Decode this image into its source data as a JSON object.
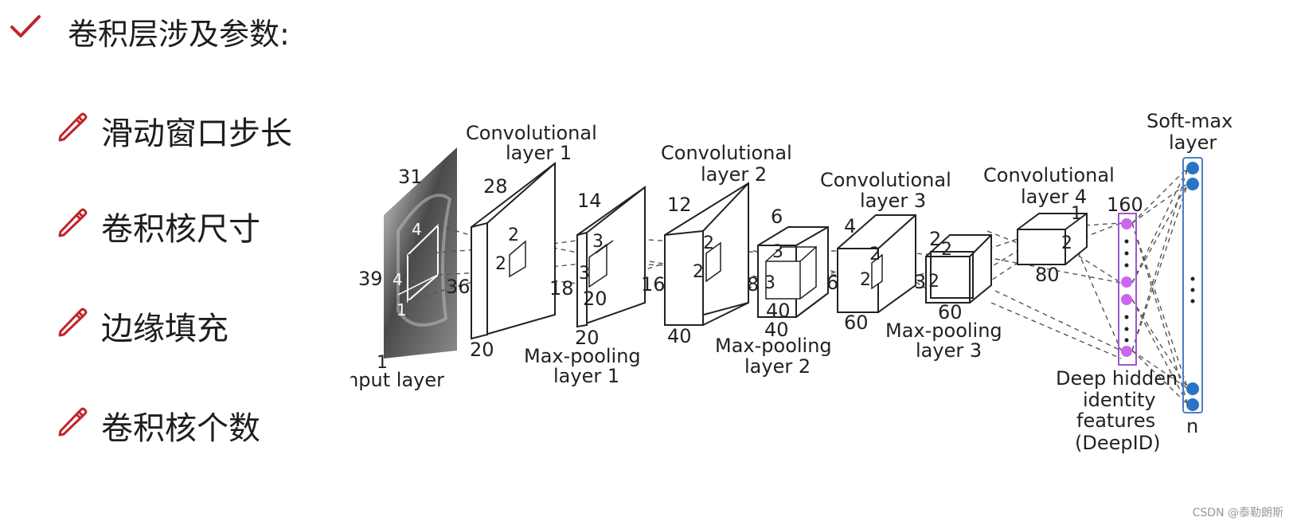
{
  "heading": "卷积层涉及参数:",
  "bullets": [
    "滑动窗口步长",
    "卷积核尺寸",
    "边缘填充",
    "卷积核个数"
  ],
  "diagram": {
    "input": {
      "d1": "31",
      "d2": "39",
      "d3": "1",
      "label": "Input layer",
      "win_a": "4",
      "win_b": "4",
      "win_c": "1"
    },
    "conv1": {
      "title_l1": "Convolutional",
      "title_l2": "layer 1",
      "d_top": "28",
      "d_left": "36",
      "d_bottom": "20",
      "k1": "2",
      "k2": "2"
    },
    "pool1": {
      "label_l1": "Max-pooling",
      "label_l2": "layer 1",
      "d_top": "14",
      "d_left": "18",
      "d_bottom": "20",
      "d_in": "20",
      "k1": "3",
      "k2": "3"
    },
    "conv2": {
      "title_l1": "Convolutional",
      "title_l2": "layer 2",
      "d_top": "12",
      "d_left": "16",
      "d_bottom": "40",
      "k1": "2",
      "k2": "2"
    },
    "pool2": {
      "label_l1": "Max-pooling",
      "label_l2": "layer 2",
      "d_top": "6",
      "d_left": "8",
      "d_in": "40",
      "d_bottom": "40",
      "k1": "3",
      "k2": "3"
    },
    "conv3": {
      "title_l1": "Convolutional",
      "title_l2": "layer 3",
      "d_top": "4",
      "d_left": "6",
      "d_bottom": "60",
      "k1": "2",
      "k2": "2"
    },
    "pool3": {
      "label_l1": "Max-pooling",
      "label_l2": "layer 3",
      "d_top": "2",
      "d_left": "3",
      "d_bottom": "60",
      "k1": "2",
      "k2": "2"
    },
    "conv4": {
      "title_l1": "Convolutional",
      "title_l2": "layer 4",
      "d_top": "1",
      "d_right": "2",
      "d_bottom": "80"
    },
    "deepid": {
      "count": "160",
      "l1": "Deep hidden",
      "l2": "identity",
      "l3": "features",
      "l4": "(DeepID)"
    },
    "softmax": {
      "l1": "Soft-max",
      "l2": "layer",
      "n": "n"
    },
    "colors": {
      "deepid_node": "#cc66ee",
      "deepid_border": "#9b59c8",
      "softmax_node": "#2a74c6",
      "softmax_border": "#4a7fc4"
    }
  },
  "watermark": "CSDN @泰勒朗斯"
}
